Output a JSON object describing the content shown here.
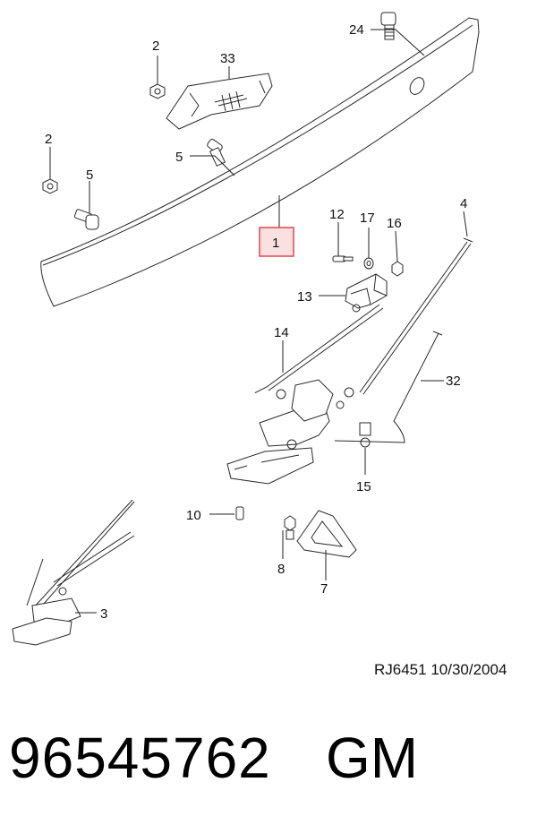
{
  "diagram": {
    "callouts": {
      "c24": "24",
      "c2a": "2",
      "c33": "33",
      "c2b": "2",
      "c5a": "5",
      "c5b": "5",
      "c1": "1",
      "c12": "12",
      "c17": "17",
      "c16": "16",
      "c4": "4",
      "c13": "13",
      "c14": "14",
      "c32": "32",
      "c15": "15",
      "c10": "10",
      "c8": "8",
      "c7": "7",
      "c3": "3"
    },
    "highlight_color": "#e0464f",
    "highlight_fill": "#fbe0e2"
  },
  "ref_code": "RJ6451  10/30/2004",
  "footer": {
    "part_number": "96545762",
    "maker": "GM"
  }
}
